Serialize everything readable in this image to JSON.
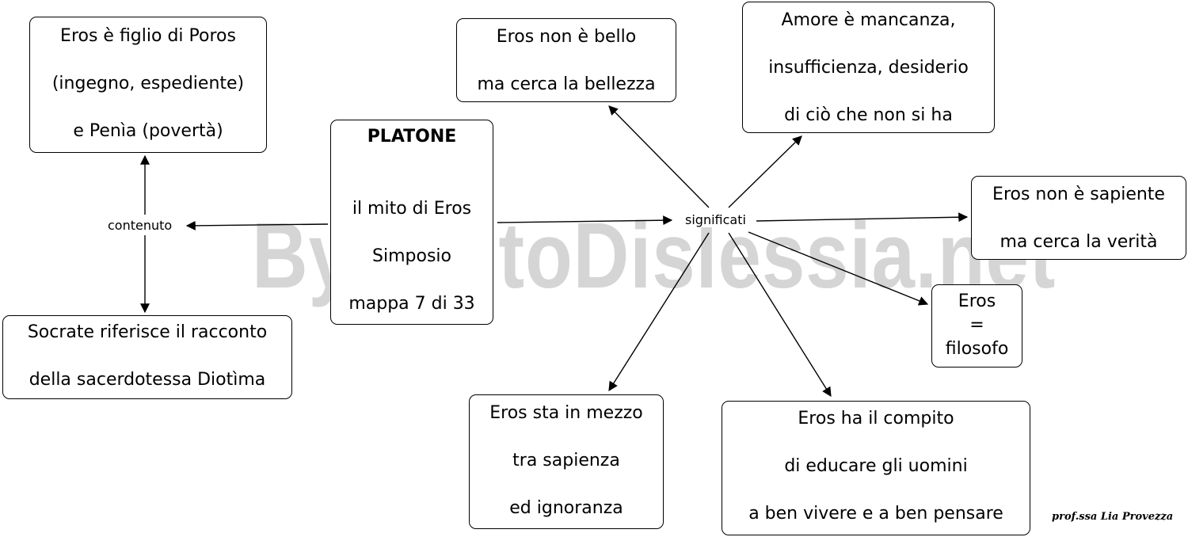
{
  "watermark": "By AiutoDislessia.net",
  "signature": "prof.ssa Lia Provezza",
  "center": {
    "title": "PLATONE",
    "lines": [
      "il mito di Eros",
      "Simposio",
      "mappa 7 di 33"
    ]
  },
  "link_labels": {
    "contenuto": "contenuto",
    "significati": "significati"
  },
  "contenuto_nodes": {
    "figlio": [
      "Eros è figlio di Poros",
      "(ingegno, espediente)",
      "e Penìa (povertà)"
    ],
    "racconto": [
      "Socrate riferisce il racconto",
      "della sacerdotessa Diotìma"
    ]
  },
  "significati_nodes": {
    "non_bello": [
      "Eros non è bello",
      "ma cerca la bellezza"
    ],
    "mancanza": [
      "Amore è mancanza,",
      "insufficienza, desiderio",
      "di ciò che non si ha"
    ],
    "non_sapiente": [
      "Eros non è sapiente",
      "ma cerca la verità"
    ],
    "filosofo": [
      "Eros",
      "=",
      "filosofo"
    ],
    "compito": [
      "Eros ha il compito",
      "di educare gli uomini",
      "a ben vivere e a ben pensare"
    ],
    "in_mezzo": [
      "Eros sta in mezzo",
      "tra sapienza",
      "ed ignoranza"
    ]
  }
}
